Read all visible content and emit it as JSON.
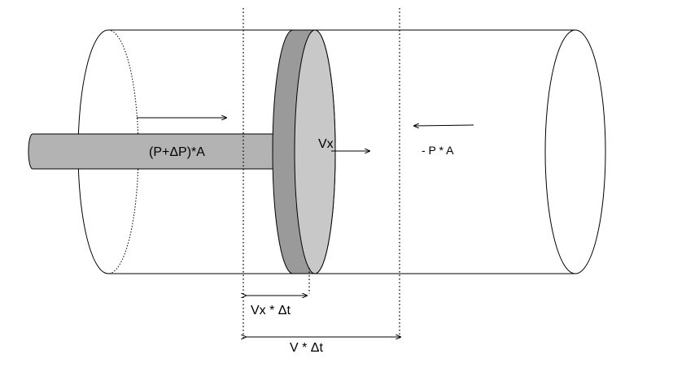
{
  "labels": {
    "force_left": "(P+ΔP)*A",
    "velocity_piston": "Vx",
    "force_right": "- P * A",
    "piston_displacement": "Vx * Δt",
    "fluid_displacement": "V * Δt"
  },
  "colors": {
    "piston_side": "#9a9a9a",
    "piston_face": "#c8c8c8",
    "rod": "#b3b3b3",
    "outline": "#000000",
    "background": "#ffffff"
  }
}
